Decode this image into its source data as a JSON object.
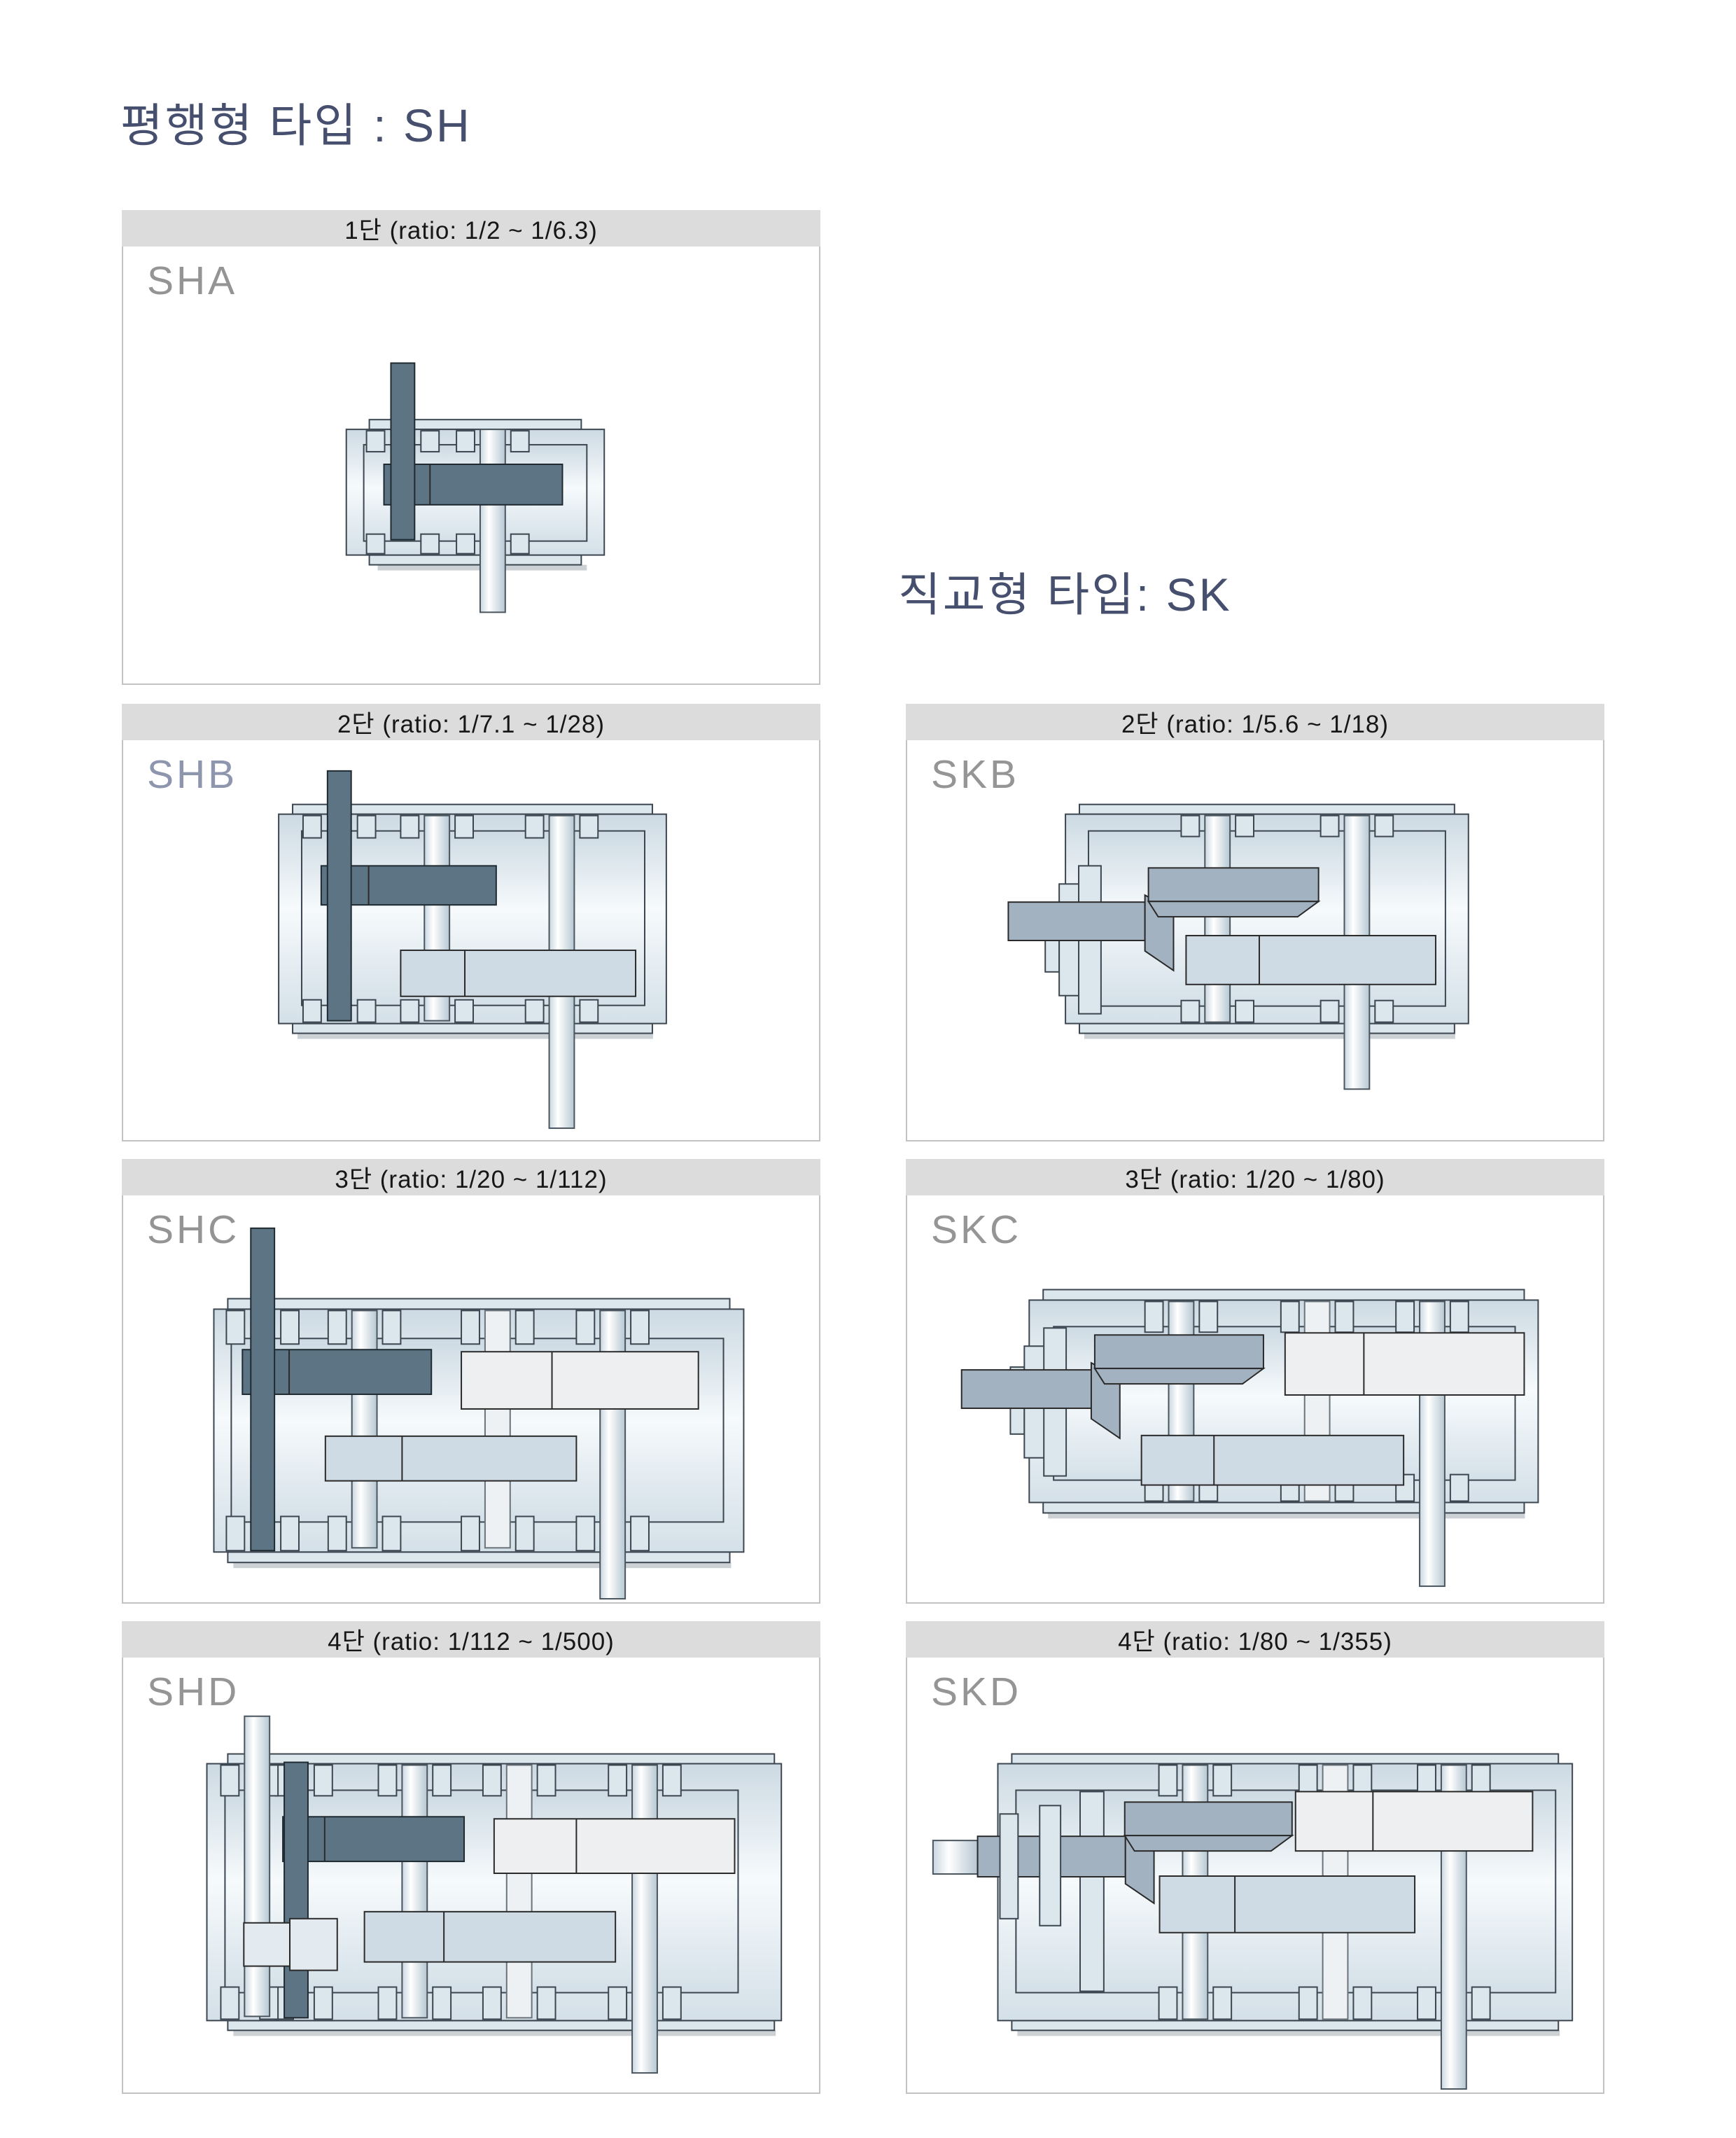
{
  "page": {
    "title_parallel": "평행형 타입 : SH",
    "title_orthogonal": "직교형 타입: SK"
  },
  "colors": {
    "title-navy": "#46506e",
    "header-bg": "#dcdcdc",
    "header-text": "#161616",
    "panel-border": "#c2c2c2",
    "dark-steel": "#5d7484",
    "sk-steel": "#a3b2c0",
    "blue-gear": "#cfdbe4",
    "white-gear": "#edeff0",
    "white-shaft": "#eef1f3",
    "flange": "#dce6ed",
    "pinion-light": "#e4ebf0"
  },
  "panels": [
    {
      "id": "sh1",
      "header": "1단 (ratio: 1/2 ~ 1/6.3)",
      "label": "SHA",
      "label_color": "#949494"
    },
    {
      "id": "sh2",
      "header": "2단 (ratio: 1/7.1 ~ 1/28)",
      "label": "SHB",
      "label_color": "#8e96ae"
    },
    {
      "id": "sh3",
      "header": "3단 (ratio: 1/20 ~ 1/112)",
      "label": "SHC",
      "label_color": "#949494"
    },
    {
      "id": "sh4",
      "header": "4단 (ratio: 1/112 ~ 1/500)",
      "label": "SHD",
      "label_color": "#959595"
    },
    {
      "id": "sk2",
      "header": "2단 (ratio: 1/5.6 ~ 1/18)",
      "label": "SKB",
      "label_color": "#959595"
    },
    {
      "id": "sk3",
      "header": "3단 (ratio: 1/20 ~ 1/80)",
      "label": "SKC",
      "label_color": "#959595"
    },
    {
      "id": "sk4",
      "header": "4단 (ratio: 1/80 ~ 1/355)",
      "label": "SKD",
      "label_color": "#959595"
    }
  ]
}
